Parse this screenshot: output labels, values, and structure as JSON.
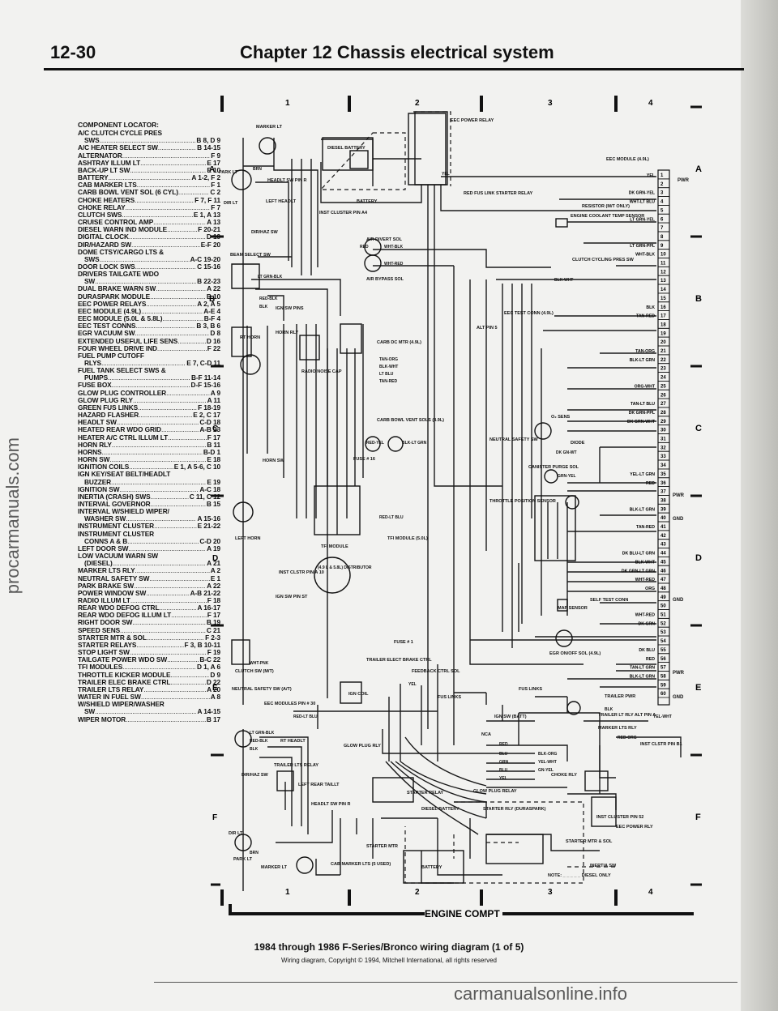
{
  "header": {
    "page_number": "12-30",
    "chapter_title": "Chapter 12  Chassis electrical system"
  },
  "grid": {
    "columns": [
      "1",
      "2",
      "3",
      "4"
    ],
    "rows": [
      "A",
      "B",
      "C",
      "D",
      "E",
      "F"
    ]
  },
  "legend": {
    "heading": "COMPONENT LOCATOR:",
    "entries": [
      {
        "label": "A/C CLUTCH CYCLE PRES",
        "ref": ""
      },
      {
        "label": "SWS",
        "ref": "B 8, D 9",
        "cont": true
      },
      {
        "label": "A/C HEATER SELECT SW",
        "ref": "B 14-15"
      },
      {
        "label": "ALTERNATOR",
        "ref": "F 9"
      },
      {
        "label": "ASHTRAY ILLUM LT",
        "ref": "E 17"
      },
      {
        "label": "BACK-UP LT SW",
        "ref": "E 10"
      },
      {
        "label": "BATTERY",
        "ref": "A 1-2, F 2"
      },
      {
        "label": "CAB MARKER LTS",
        "ref": "F 1"
      },
      {
        "label": "CARB BOWL VENT SOL (6 CYL)",
        "ref": "C 2"
      },
      {
        "label": "CHOKE HEATERS",
        "ref": "F 7, F 11"
      },
      {
        "label": "CHOKE RELAY",
        "ref": "F 7"
      },
      {
        "label": "CLUTCH SWS",
        "ref": "E 1, A 13"
      },
      {
        "label": "CRUISE CONTROL AMP",
        "ref": "A 13"
      },
      {
        "label": "DIESEL WARN IND MODULE",
        "ref": "F 20-21"
      },
      {
        "label": "DIGITAL CLOCK",
        "ref": "D 19"
      },
      {
        "label": "DIR/HAZARD SW",
        "ref": "E-F 20"
      },
      {
        "label": "DOME CTSY/CARGO LTS &",
        "ref": ""
      },
      {
        "label": "SWS",
        "ref": "A-C 19-20",
        "cont": true
      },
      {
        "label": "DOOR LOCK SWS",
        "ref": "C 15-16"
      },
      {
        "label": "DRIVERS TAILGATE WDO",
        "ref": ""
      },
      {
        "label": "SW",
        "ref": "B 22-23",
        "cont": true
      },
      {
        "label": "DUAL BRAKE WARN SW",
        "ref": "A 22"
      },
      {
        "label": "DURASPARK MODULE",
        "ref": "B 10"
      },
      {
        "label": "EEC POWER RELAYS",
        "ref": "A 2, A 5"
      },
      {
        "label": "EEC MODULE (4.9L)",
        "ref": "A-E 4"
      },
      {
        "label": "EEC MODULE (5.0L & 5.8L)",
        "ref": "B-F 4"
      },
      {
        "label": "EEC TEST CONNS",
        "ref": "B 3, B 6"
      },
      {
        "label": "EGR VACUUM SW",
        "ref": "D 8"
      },
      {
        "label": "EXTENDED USEFUL LIFE SENS",
        "ref": "D 16"
      },
      {
        "label": "FOUR WHEEL DRIVE IND",
        "ref": "F 22"
      },
      {
        "label": "FUEL PUMP CUTOFF",
        "ref": ""
      },
      {
        "label": "RLYS",
        "ref": "E 7, C-D 11",
        "cont": true
      },
      {
        "label": "FUEL TANK SELECT SWS &",
        "ref": ""
      },
      {
        "label": "PUMPS",
        "ref": "B-F 11-14",
        "cont": true
      },
      {
        "label": "FUSE BOX",
        "ref": "D-F 15-16"
      },
      {
        "label": "GLOW PLUG CONTROLLER",
        "ref": "A 9"
      },
      {
        "label": "GLOW PLUG RLY",
        "ref": "A 11"
      },
      {
        "label": "GREEN FUS LINKS",
        "ref": "F 18-19"
      },
      {
        "label": "HAZARD FLASHER",
        "ref": "E 2, C 17"
      },
      {
        "label": "HEADLT SW",
        "ref": "C-D 18"
      },
      {
        "label": "HEATED REAR WDO GRID",
        "ref": "A-B 23"
      },
      {
        "label": "HEATER A/C CTRL ILLUM LT",
        "ref": "F 17"
      },
      {
        "label": "HORN RLY",
        "ref": "B 11"
      },
      {
        "label": "HORNS",
        "ref": "B-D 1"
      },
      {
        "label": "HORN SW",
        "ref": "E 18"
      },
      {
        "label": "IGNITION COILS",
        "ref": "E 1, A 5-6, C 10"
      },
      {
        "label": "IGN KEY/SEAT BELT/HEADLT",
        "ref": ""
      },
      {
        "label": "BUZZER",
        "ref": "E 19",
        "cont": true
      },
      {
        "label": "IGNITION SW",
        "ref": "A-C 18"
      },
      {
        "label": "INERTIA (CRASH) SWS",
        "ref": "C 11, C 12"
      },
      {
        "label": "INTERVAL GOVERNOR",
        "ref": "B 15"
      },
      {
        "label": "INTERVAL W/SHIELD WIPER/",
        "ref": ""
      },
      {
        "label": "WASHER SW",
        "ref": "A 15-16",
        "cont": true
      },
      {
        "label": "INSTRUMENT CLUSTER",
        "ref": "E 21-22"
      },
      {
        "label": "INSTRUMENT CLUSTER",
        "ref": ""
      },
      {
        "label": "CONNS A & B",
        "ref": "C-D 20",
        "cont": true
      },
      {
        "label": "LEFT DOOR SW",
        "ref": "A 19"
      },
      {
        "label": "LOW VACUUM WARN SW",
        "ref": ""
      },
      {
        "label": "(DIESEL)",
        "ref": "A 21",
        "cont": true
      },
      {
        "label": "MARKER LTS RLY",
        "ref": "A 2"
      },
      {
        "label": "NEUTRAL SAFETY SW",
        "ref": "E 1"
      },
      {
        "label": "PARK BRAKE SW",
        "ref": "A 22"
      },
      {
        "label": "POWER WINDOW SW",
        "ref": "A-B 21-22"
      },
      {
        "label": "RADIO ILLUM LT",
        "ref": "F 18"
      },
      {
        "label": "REAR WDO DEFOG CTRL",
        "ref": "A 16-17"
      },
      {
        "label": "REAR WDO DEFOG ILLUM LT",
        "ref": "F 17"
      },
      {
        "label": "RIGHT DOOR SW",
        "ref": "B 19"
      },
      {
        "label": "SPEED SENS",
        "ref": "C 21"
      },
      {
        "label": "STARTER MTR & SOL",
        "ref": "F 2-3"
      },
      {
        "label": "STARTER RELAYS",
        "ref": "F 3, B 10-11"
      },
      {
        "label": "STOP LIGHT SW",
        "ref": "F 19"
      },
      {
        "label": "TAILGATE POWER WDO SW",
        "ref": "B-C 22"
      },
      {
        "label": "TFI MODULES",
        "ref": "D 1, A 6"
      },
      {
        "label": "THROTTLE KICKER MODULE",
        "ref": "D 9"
      },
      {
        "label": "TRAILER ELEC BRAKE CTRL",
        "ref": "D 22"
      },
      {
        "label": "TRAILER LTS RELAY",
        "ref": "A 20"
      },
      {
        "label": "WATER IN FUEL SW",
        "ref": "A 8"
      },
      {
        "label": "W/SHIELD WIPER/WASHER",
        "ref": ""
      },
      {
        "label": "SW",
        "ref": "A 14-15",
        "cont": true
      },
      {
        "label": "WIPER MOTOR",
        "ref": "B 17"
      }
    ]
  },
  "labels": {
    "marker_lt": "MARKER LT",
    "diesel_battery": "DIESEL BATTERY",
    "battery": "BATTERY",
    "eec_power_relay": "EEC POWER RELAY",
    "eec_module": "EEC MODULE (4.9L)",
    "park_lt": "PARK LT",
    "headlt_sw_pin_r": "HEADLT SW PIN R",
    "dir_lt": "DIR LT",
    "left_headlt": "LEFT HEADLT",
    "inst_cluster_pin_a4": "INST CLUSTER PIN A4",
    "dir_haz_sw": "DIR/HAZ SW",
    "beam_select_sw": "BEAM SELECT SW",
    "air_divert_sol": "AIR DIVERT SOL",
    "air_bypass_sol": "AIR BYPASS SOL",
    "red_fus_link": "RED FUS LINK STARTER RELAY",
    "resistor": "RESISTOR (M/T ONLY)",
    "engine_coolant": "ENGINE COOLANT TEMP SENSOR",
    "clutch_cycling": "CLUTCH CYCLING PRES SW",
    "ign_sw_pins": "IGN SW PINS",
    "eec_test_conn": "EEC TEST CONN (4.9L)",
    "alt_pin5": "ALT PIN 5",
    "rt_horn": "RT HORN",
    "horn_rly": "HORN RLY",
    "carb_dc_mtr": "CARB DC MTR (4.9L)",
    "radio_noise_cap": "RADIO NOISE CAP",
    "carb_bowl_vent": "CARB BOWL VENT SOLS (4.9L)",
    "neutral_safety_sw": "NEUTRAL SAFETY SW",
    "diode": "DIODE",
    "o2_sens": "O₂ SENS",
    "fuse_16": "FUSE # 16",
    "horn_sw": "HORN SW",
    "canister_purge": "CANISTER PURGE SOL",
    "throttle_position": "THROTTLE POSITION SENSOR",
    "left_horn": "LEFT HORN",
    "tfi_module": "TFI MODULE",
    "tfi_module_5": "TFI MODULE (5.0L)",
    "distributor": "(4.9 L & 5.8L) DISTRIBUTOR",
    "inst_clstr_pin_a10": "INST CLSTR PIN A 10",
    "ign_sw_pin_st": "IGN SW PIN ST",
    "map_sensor": "MAP SENSOR",
    "self_test_conn": "SELF TEST CONN",
    "egr_on_off": "EGR ON/OFF SOL (4.9L)",
    "clutch_sw_mt": "CLUTCH SW (M/T)",
    "neutral_safety_at": "NEUTRAL SAFETY SW (A/T)",
    "eec_modules_pin30": "EEC MODULES PIN # 30",
    "fuse_1": "FUSE # 1",
    "trailer_elect_brake": "TRAILER ELECT BRAKE CTRL",
    "feedback_ctrl_sol": "FEEDBACK CTRL SOL",
    "ign_coil": "IGN COIL",
    "fus_links": "FUS LINKS",
    "trailer_pwr": "TRAILER PWR",
    "trailer_lt_rly": "TRAILER LT RLY ALT PIN A",
    "marker_lts_rly": "MARKER LTS RLY",
    "inst_clstr_pin_b1": "INST CLSTR PIN B1",
    "rt_headlt": "RT HEADLT",
    "glow_plug_rly": "GLOW PLUG RLY",
    "ign_sw_batt": "IGN SW (BATT)",
    "nca": "NCA",
    "choke_rly": "CHOKE RLY",
    "trailer_lts_relay": "TRAILER LTS RELAY",
    "left_rear_taillt": "LEFT REAR TAILLT",
    "headlt_sw_pin_r2": "HEADLT SW PIN R",
    "starter_relay": "STARTER RELAY",
    "glow_plug_relay": "GLOW PLUG RELAY",
    "diesel_battery2": "DIESEL BATTERY",
    "starter_rly_duraspark": "STARTER RLY (DURASPARK)",
    "inst_cluster_pin_52": "INST CLUSTER PIN 52",
    "eec_power_rly": "EEC POWER RLY",
    "starter_mtr_sol": "STARTER MTR & SOL",
    "inertia_sw": "INERTIA SW",
    "starter_mtr": "STARTER MTR",
    "battery2": "BATTERY",
    "cab_marker": "CAB MARKER LTS (5 USED)",
    "marker_lt2": "MARKER LT",
    "note": "NOTE: _ _ _ _ _ DIESEL ONLY",
    "engine_compt": "ENGINE COMPT",
    "pwr": "PWR",
    "gnd": "GND"
  },
  "eec_pins": [
    "1",
    "2",
    "3",
    "4",
    "5",
    "6",
    "7",
    "8",
    "9",
    "10",
    "11",
    "12",
    "13",
    "14",
    "15",
    "16",
    "17",
    "18",
    "19",
    "20",
    "21",
    "22",
    "23",
    "24",
    "25",
    "26",
    "27",
    "28",
    "29",
    "30",
    "31",
    "32",
    "33",
    "34",
    "35",
    "36",
    "37",
    "38",
    "39",
    "40",
    "41",
    "42",
    "43",
    "44",
    "45",
    "46",
    "47",
    "48",
    "49",
    "50",
    "51",
    "52",
    "53",
    "54",
    "55",
    "56",
    "57",
    "58",
    "59",
    "60"
  ],
  "eec_wires": [
    {
      "pin": 1,
      "color": "YEL"
    },
    {
      "pin": 3,
      "color": "DK GRN-YEL"
    },
    {
      "pin": 4,
      "color": "WHT-LT BLU"
    },
    {
      "pin": 6,
      "color": "LT GRN-YEL"
    },
    {
      "pin": 9,
      "color": "LT GRN-PPL"
    },
    {
      "pin": 10,
      "color": "WHT-BLK"
    },
    {
      "pin": 16,
      "color": "BLK"
    },
    {
      "pin": 17,
      "color": "TAN-RED"
    },
    {
      "pin": 21,
      "color": "TAN-ORG"
    },
    {
      "pin": 22,
      "color": "BLK-LT GRN"
    },
    {
      "pin": 25,
      "color": "ORG-WHT"
    },
    {
      "pin": 27,
      "color": "TAN-LT BLU"
    },
    {
      "pin": 28,
      "color": "DK GRN-PPL"
    },
    {
      "pin": 29,
      "color": "DK GRN-WHT"
    },
    {
      "pin": 35,
      "color": "YEL-LT GRN"
    },
    {
      "pin": 36,
      "color": "RED"
    },
    {
      "pin": 39,
      "color": "BLK-LT GRN"
    },
    {
      "pin": 41,
      "color": "TAN-RED"
    },
    {
      "pin": 44,
      "color": "DK BLU-LT GRN"
    },
    {
      "pin": 45,
      "color": "BLK-WHT"
    },
    {
      "pin": 46,
      "color": "DK GRN-LT GRN"
    },
    {
      "pin": 47,
      "color": "WHT-RED"
    },
    {
      "pin": 48,
      "color": "ORG"
    },
    {
      "pin": 51,
      "color": "WHT-RED"
    },
    {
      "pin": 52,
      "color": "DK GRN"
    },
    {
      "pin": 55,
      "color": "DK BLU"
    },
    {
      "pin": 56,
      "color": "RED"
    },
    {
      "pin": 57,
      "color": "TAN-LT GRN"
    },
    {
      "pin": 58,
      "color": "BLK-LT GRN"
    }
  ],
  "wire_colors": {
    "yel": "YEL",
    "red_blk": "RED-BLK",
    "blk": "BLK",
    "brn": "BRN",
    "lt_grn_blk": "LT GRN-BLK",
    "lt_grn_blk2": "LT GRN-BLK",
    "wht_blk": "WHT-BLK",
    "red": "RED",
    "wht_red": "WHT-RED",
    "blk_wht": "BLK-WHT",
    "tan_org": "TAN-ORG",
    "blk_wht2": "BLK-WHT",
    "lt_blu": "LT BLU",
    "tan_red": "TAN-RED",
    "red_yel": "RED-YEL",
    "blk_lt_grn": "BLK-LT GRN",
    "red_lt_blu": "RED-LT BLU",
    "dk_gn_wt": "DK GN-WT",
    "wht_pnk": "WHT-PNK",
    "grn_yel": "GRN-YEL",
    "yel_lt_blu": "YEL-LT BLU",
    "dk_grn": "DK GRN",
    "wht_lt_blu": "WHT-LT BLU",
    "org": "ORG",
    "grn": "GRN",
    "blu": "BLU",
    "blk_org": "BLK-ORG",
    "yel_wht": "YEL-WHT",
    "red_org": "RED-ORG",
    "gn_yel": "GN-YEL",
    "dk_blu": "DK BLU",
    "lt_grn": "LT GRN"
  },
  "caption": {
    "title": "1984 through 1986 F-Series/Bronco wiring diagram (1 of 5)",
    "subtitle": "Wiring diagram, Copyright © 1994, Mitchell International, all rights reserved"
  },
  "watermarks": {
    "left": "procarmanuals.com",
    "bottom": "carmanualsonline.info"
  }
}
